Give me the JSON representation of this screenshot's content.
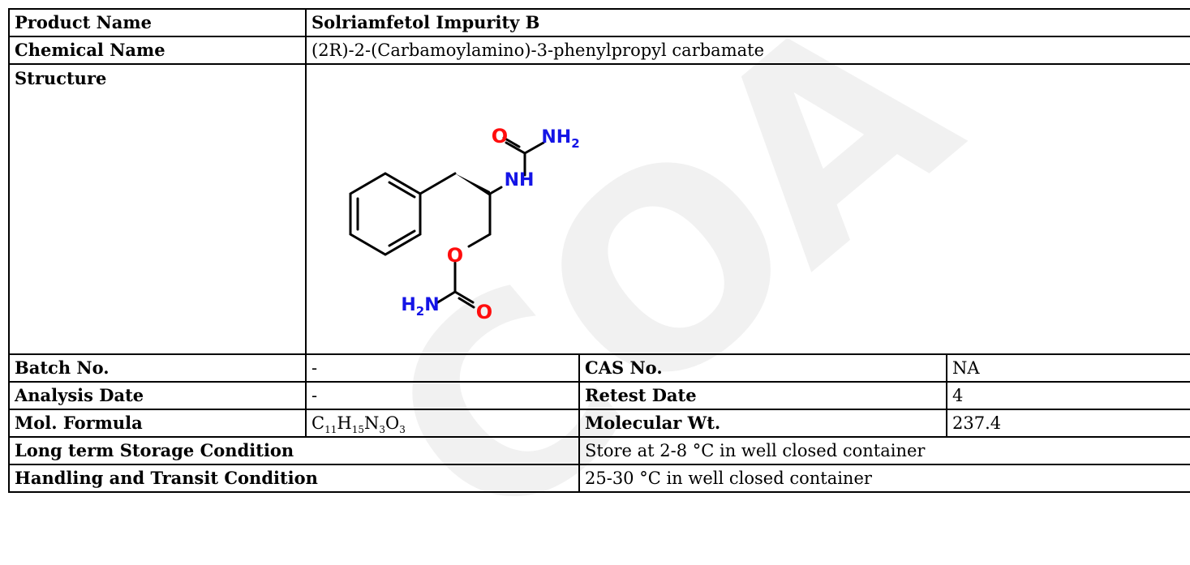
{
  "product_name": {
    "label": "Product Name",
    "value": "Solriamfetol Impurity B"
  },
  "chemical_name": {
    "label": "Chemical Name",
    "value": "(2R)-2-(Carbamoylamino)-3-phenylpropyl carbamate"
  },
  "structure": {
    "label": "Structure",
    "atoms": {
      "o_top": "O",
      "nh2_top": "NH",
      "nh2_top_sub": "2",
      "nh": "NH",
      "o_mid": "O",
      "h2n": "H",
      "h2n_sub": "2",
      "h2n_n": "N",
      "o_bottom": "O"
    },
    "colors": {
      "oxygen": "#ff0d0d",
      "nitrogen": "#1414e6",
      "bond": "#000000"
    }
  },
  "batch_no": {
    "label": "Batch No.",
    "value": "-"
  },
  "cas_no": {
    "label": "CAS No.",
    "value": "NA"
  },
  "analysis_date": {
    "label": "Analysis Date",
    "value": "-"
  },
  "retest_date": {
    "label": "Retest Date",
    "value": "4"
  },
  "mol_formula": {
    "label": "Mol. Formula",
    "parts": [
      {
        "el": "C",
        "n": "11"
      },
      {
        "el": "H",
        "n": "15"
      },
      {
        "el": "N",
        "n": "3"
      },
      {
        "el": "O",
        "n": "3"
      }
    ]
  },
  "molecular_wt": {
    "label": "Molecular Wt.",
    "value": "237.4"
  },
  "long_term_storage": {
    "label": "Long term Storage Condition",
    "value": "Store at 2-8 °C in well closed container"
  },
  "handling_transit": {
    "label": "Handling and Transit Condition",
    "value": "25-30 °C in well closed container"
  },
  "watermark": {
    "text": "COA",
    "color": "#f0f0f0"
  }
}
